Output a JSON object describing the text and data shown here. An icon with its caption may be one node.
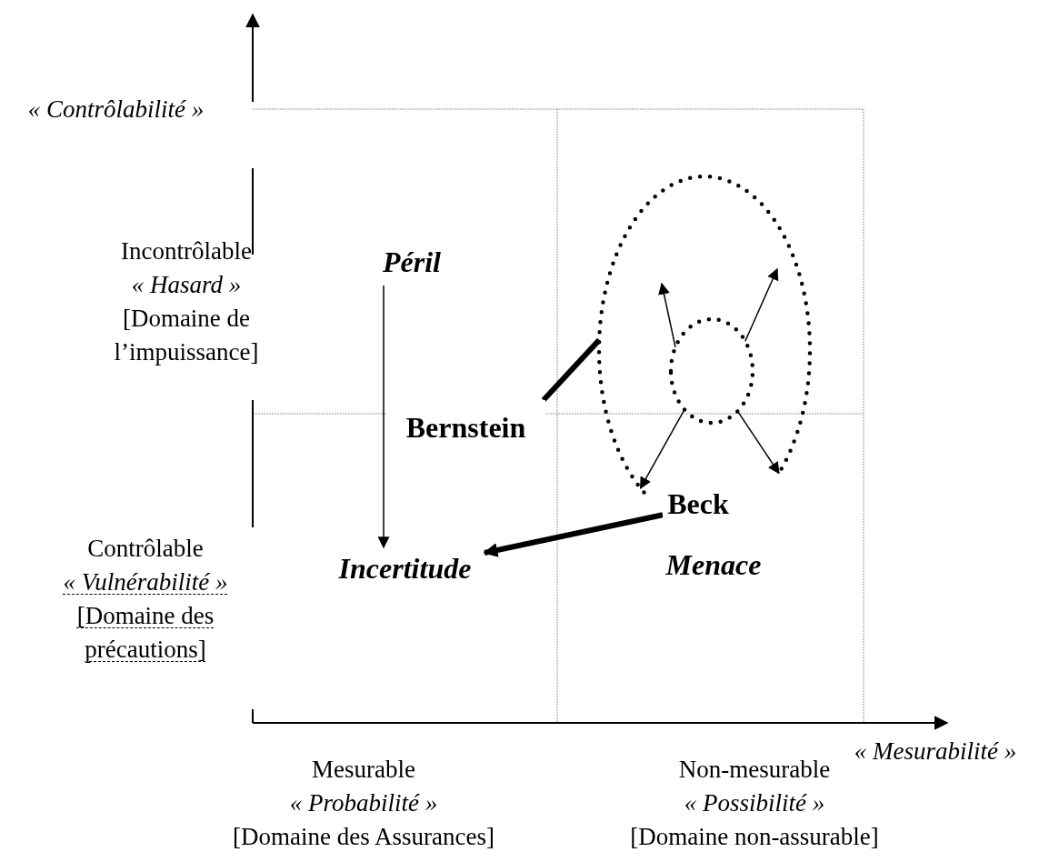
{
  "diagram": {
    "nodes": [
      {
        "text": [
          "Péril"
        ]
      },
      {
        "text": [
          "Incertitude"
        ]
      },
      {
        "text": [
          "Bernstein"
        ]
      },
      {
        "text": [
          "Beck"
        ]
      },
      {
        "text": [],
        "shape": "ellipse"
      },
      {
        "text": [],
        "shape": "ellipse",
        "in": 4
      }
    ],
    "edges": [
      {
        "from": 0,
        "to": 1,
        "arrow": "to"
      },
      {
        "from": 3,
        "to": 1,
        "arrow": "to",
        "style": "thick"
      },
      {
        "from": 2,
        "to": 4,
        "arrow": "none",
        "style": "thick"
      },
      {
        "from": 5,
        "to": null,
        "arrow": "to"
      },
      {
        "from": 5,
        "to": null,
        "arrow": "to"
      },
      {
        "from": 5,
        "to": 4,
        "arrow": "to"
      },
      {
        "from": 5,
        "to": 4,
        "arrow": "to"
      }
    ],
    "labels": [
      "« Contrôlabilité »",
      "Incontrôlable",
      "« Hasard »",
      "[Domaine de l’impuissance]",
      "Menace",
      "Contrôlable",
      "« Vulnérabilité »",
      "[Domaine des précautions]",
      "« Mesurabilité »",
      "Mesurable",
      "« Probabilité »",
      "[Domaine des Assurances]",
      "Non-mesurable",
      "« Possibilité »",
      "[Domaine non-assurable]"
    ]
  }
}
